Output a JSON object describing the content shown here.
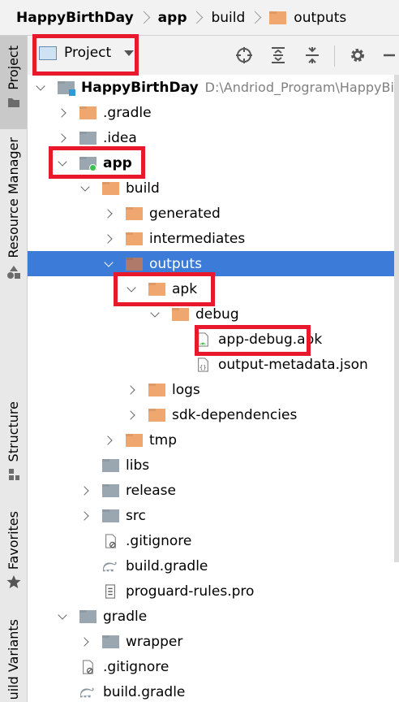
{
  "breadcrumb": [
    {
      "label": "HappyBirthDay",
      "bold": true,
      "folder": false
    },
    {
      "label": "app",
      "bold": true,
      "folder": false
    },
    {
      "label": "build",
      "bold": false,
      "folder": false
    },
    {
      "label": "outputs",
      "bold": false,
      "folder": true
    }
  ],
  "sidebar": {
    "project_label": "Project",
    "resource_manager_label": "Resource Manager",
    "structure_label": "Structure",
    "favorites_label": "Favorites",
    "build_variants_label": "uild Variants"
  },
  "toolbar": {
    "view_mode": "Project"
  },
  "tree": [
    {
      "label": "HappyBirthDay",
      "path": "D:\\Andriod_Program\\HappyBirth",
      "expanded": true,
      "bold": true,
      "icon": "module-folder-icon"
    },
    {
      "label": ".gradle",
      "expanded": false,
      "icon": "folder-orange"
    },
    {
      "label": ".idea",
      "expanded": false,
      "icon": "folder-grey"
    },
    {
      "label": "app",
      "expanded": true,
      "bold": true,
      "icon": "android-module-icon"
    },
    {
      "label": "build",
      "expanded": true,
      "icon": "folder-orange"
    },
    {
      "label": "generated",
      "expanded": false,
      "icon": "folder-orange"
    },
    {
      "label": "intermediates",
      "expanded": false,
      "icon": "folder-orange"
    },
    {
      "label": "outputs",
      "expanded": true,
      "selected": true,
      "icon": "folder-brown"
    },
    {
      "label": "apk",
      "expanded": true,
      "icon": "folder-orange"
    },
    {
      "label": "debug",
      "expanded": true,
      "icon": "folder-orange"
    },
    {
      "label": "app-debug.apk",
      "icon": "apk-file-icon"
    },
    {
      "label": "output-metadata.json",
      "icon": "json-file-icon"
    },
    {
      "label": "logs",
      "expanded": false,
      "icon": "folder-orange"
    },
    {
      "label": "sdk-dependencies",
      "expanded": false,
      "icon": "folder-orange"
    },
    {
      "label": "tmp",
      "expanded": false,
      "icon": "folder-orange"
    },
    {
      "label": "libs",
      "icon": "folder-grey"
    },
    {
      "label": "release",
      "expanded": false,
      "icon": "folder-grey"
    },
    {
      "label": "src",
      "expanded": false,
      "icon": "folder-grey"
    },
    {
      "label": ".gitignore",
      "icon": "gitignore-file-icon"
    },
    {
      "label": "build.gradle",
      "icon": "gradle-file-icon"
    },
    {
      "label": "proguard-rules.pro",
      "icon": "text-file-icon"
    },
    {
      "label": "gradle",
      "expanded": true,
      "icon": "folder-grey"
    },
    {
      "label": "wrapper",
      "expanded": false,
      "icon": "folder-grey"
    },
    {
      "label": ".gitignore",
      "icon": "gitignore-file-icon"
    },
    {
      "label": "build.gradle",
      "icon": "gradle-file-icon"
    }
  ],
  "colors": {
    "selection": "#3d7bd8",
    "highlight_box": "#e8192c",
    "folder_orange": "#f0a66f",
    "folder_grey": "#9aa7b0",
    "android_green": "#3dbf4f"
  }
}
